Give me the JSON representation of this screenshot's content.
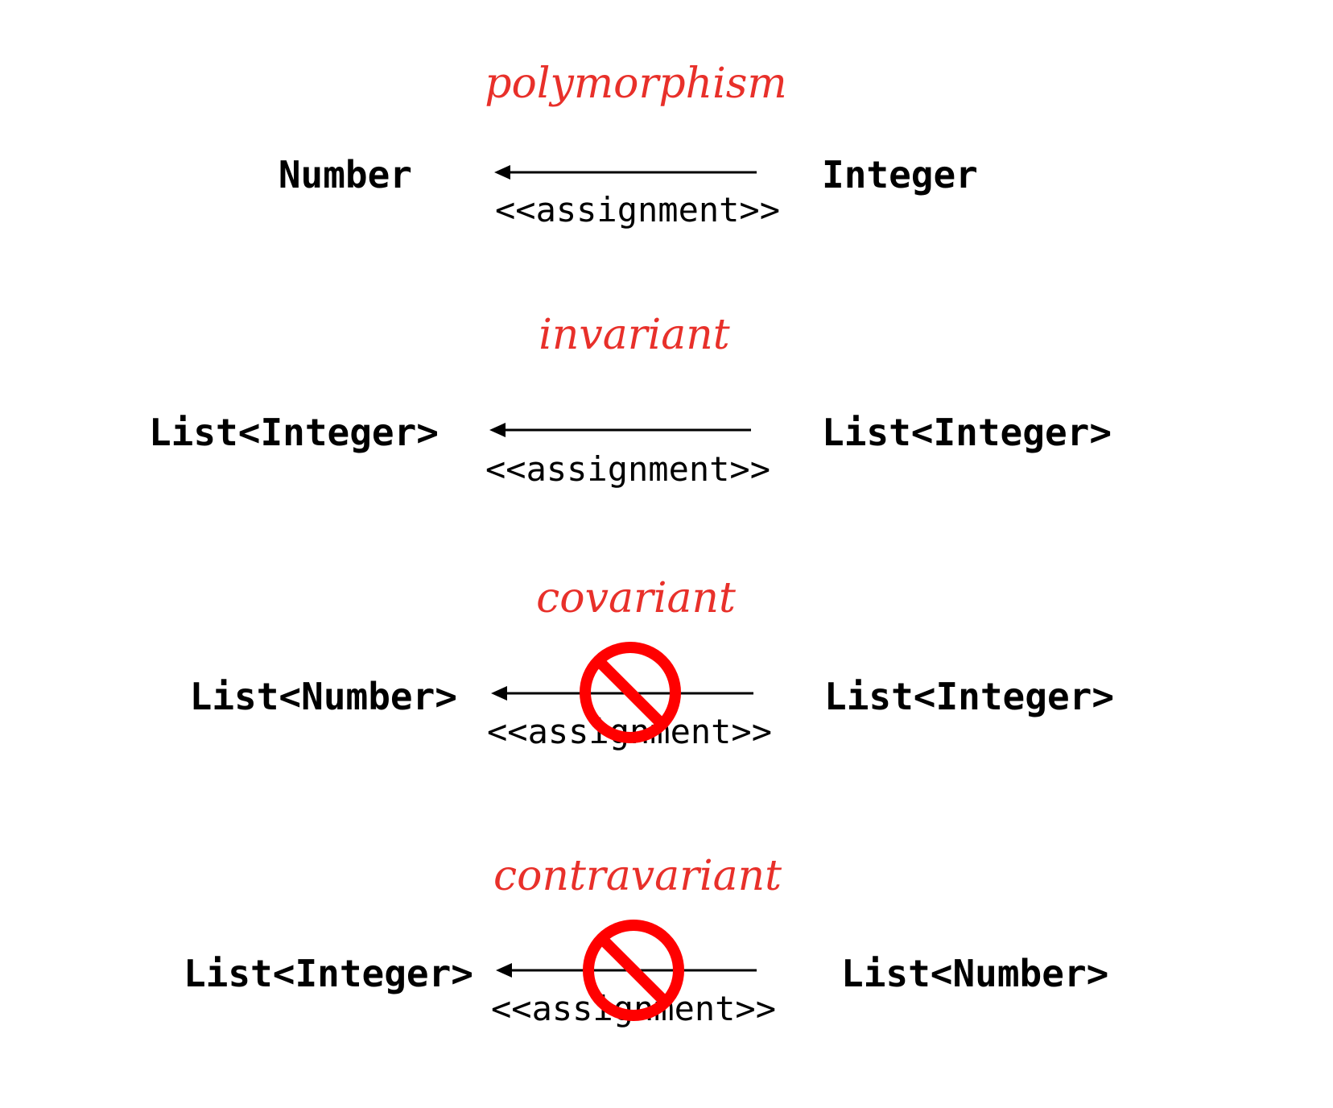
{
  "colors": {
    "heading": "#e8302a",
    "text": "#000000",
    "prohibited": "#ff0000"
  },
  "sections": [
    {
      "heading": "polymorphism",
      "left_type": "Number",
      "right_type": "Integer",
      "relation": "<<assignment>>",
      "arrow_direction": "right-to-left",
      "prohibited": false
    },
    {
      "heading": "invariant",
      "left_type": "List<Integer>",
      "right_type": "List<Integer>",
      "relation": "<<assignment>>",
      "arrow_direction": "right-to-left",
      "prohibited": false
    },
    {
      "heading": "covariant",
      "left_type": "List<Number>",
      "right_type": "List<Integer>",
      "relation": "<<assignment>>",
      "arrow_direction": "right-to-left",
      "prohibited": true,
      "prohibited_icon": "no-entry-icon"
    },
    {
      "heading": "contravariant",
      "left_type": "List<Integer>",
      "right_type": "List<Number>",
      "relation": "<<assignment>>",
      "arrow_direction": "right-to-left",
      "prohibited": true,
      "prohibited_icon": "no-entry-icon"
    }
  ]
}
